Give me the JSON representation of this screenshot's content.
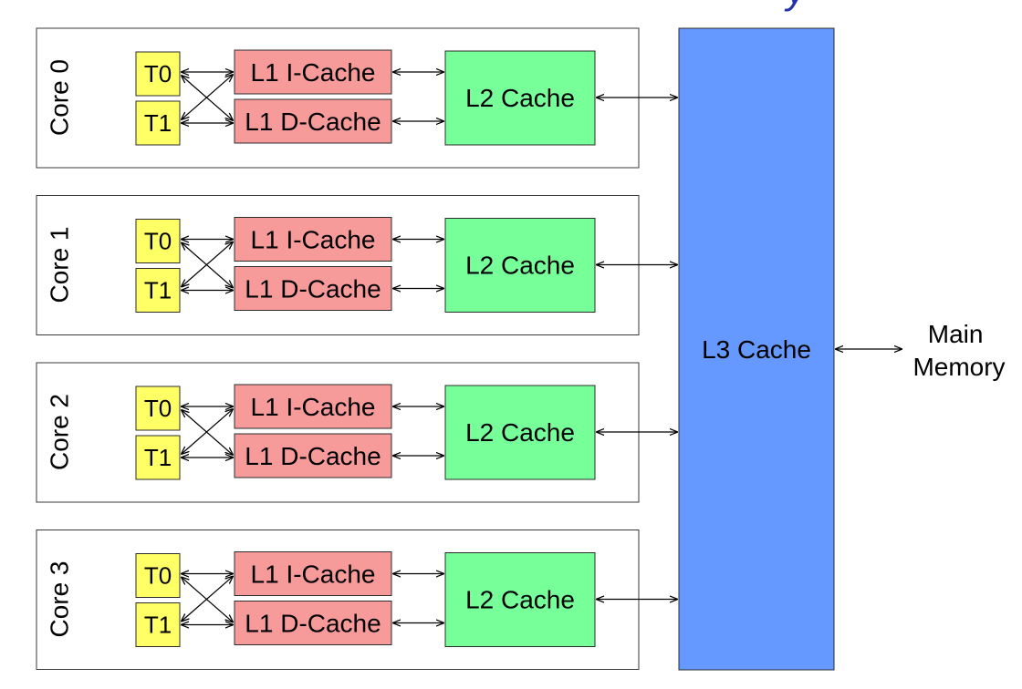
{
  "title_fragment": "y",
  "cores": [
    {
      "label": "Core 0",
      "threads": [
        "T0",
        "T1"
      ],
      "l1i": "L1 I-Cache",
      "l1d": "L1 D-Cache",
      "l2": "L2 Cache"
    },
    {
      "label": "Core 1",
      "threads": [
        "T0",
        "T1"
      ],
      "l1i": "L1 I-Cache",
      "l1d": "L1 D-Cache",
      "l2": "L2 Cache"
    },
    {
      "label": "Core 2",
      "threads": [
        "T0",
        "T1"
      ],
      "l1i": "L1 I-Cache",
      "l1d": "L1 D-Cache",
      "l2": "L2 Cache"
    },
    {
      "label": "Core 3",
      "threads": [
        "T0",
        "T1"
      ],
      "l1i": "L1 I-Cache",
      "l1d": "L1 D-Cache",
      "l2": "L2 Cache"
    }
  ],
  "l3": "L3 Cache",
  "main_memory": [
    "Main",
    "Memory"
  ],
  "colors": {
    "thread": "#ffff66",
    "l1": "#f79a9a",
    "l2": "#77ff99",
    "l3": "#6699ff",
    "title": "#2233aa"
  }
}
